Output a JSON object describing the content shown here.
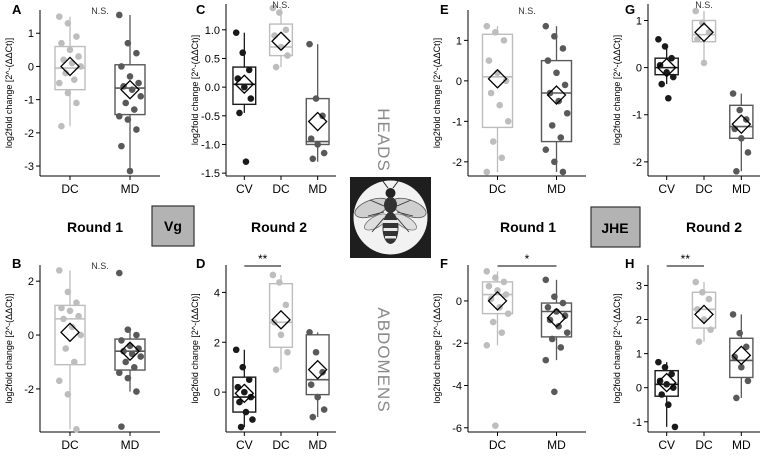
{
  "figure": {
    "heads_label": "HEADS",
    "abdomens_label": "ABDOMENS",
    "vg_badge": "Vg",
    "jhe_badge": "JHE",
    "round1_left": "Round 1",
    "round2_left": "Round 2",
    "round1_right": "Round 1",
    "round2_right": "Round 2",
    "icon": "bee-icon"
  },
  "colors": {
    "CV": "#1a1a1a",
    "DC": "#bdbdbd",
    "MD": "#595959",
    "badge_fill": "#b3b3b3",
    "mean_fill": "#ffffff"
  },
  "chart_data": [
    {
      "panel": "A",
      "type": "box",
      "gene": "Vg",
      "tissue": "heads",
      "round": "Round 1",
      "ylabel": "log2fold change [2^-(ΔΔCt)]",
      "ylim": [
        -3.3,
        1.7
      ],
      "yticks": [
        -3,
        -2,
        -1,
        0,
        1
      ],
      "annotation": "N.S.",
      "bracket": false,
      "categories": [
        "DC",
        "MD"
      ],
      "groups": [
        {
          "name": "DC",
          "q1": -0.7,
          "median": -0.05,
          "q3": 0.6,
          "whisker_low": -1.8,
          "whisker_high": 1.5,
          "mean": 0.0,
          "points": [
            1.5,
            1.3,
            0.9,
            0.7,
            0.5,
            0.3,
            0.2,
            0.1,
            0.0,
            -0.2,
            -0.4,
            -0.5,
            -0.8,
            -1.1,
            -1.8
          ]
        },
        {
          "name": "MD",
          "q1": -1.45,
          "median": -0.65,
          "q3": 0.05,
          "whisker_low": -3.15,
          "whisker_high": 1.55,
          "mean": -0.7,
          "points": [
            1.55,
            0.7,
            0.4,
            0.0,
            -0.3,
            -0.5,
            -0.6,
            -0.7,
            -0.9,
            -1.1,
            -1.3,
            -1.5,
            -1.6,
            -1.9,
            -2.4,
            -3.15
          ]
        }
      ]
    },
    {
      "panel": "B",
      "type": "box",
      "gene": "Vg",
      "tissue": "abdomens",
      "round": "Round 1",
      "ylabel": "log2fold change [2^-(ΔΔCt)]",
      "ylim": [
        -3.6,
        2.6
      ],
      "yticks": [
        -2,
        0,
        2
      ],
      "annotation": "N.S.",
      "bracket": false,
      "categories": [
        "DC",
        "MD"
      ],
      "groups": [
        {
          "name": "DC",
          "q1": -1.1,
          "median": 0.6,
          "q3": 1.1,
          "whisker_low": -3.5,
          "whisker_high": 2.4,
          "mean": 0.1,
          "points": [
            2.4,
            1.6,
            1.2,
            1.0,
            0.9,
            0.7,
            0.6,
            0.3,
            0.0,
            -0.5,
            -1.0,
            -1.7,
            -2.2,
            -3.5
          ]
        },
        {
          "name": "MD",
          "q1": -1.3,
          "median": -0.6,
          "q3": -0.15,
          "whisker_low": -2.1,
          "whisker_high": 0.2,
          "mean": -0.6,
          "points": [
            2.3,
            0.2,
            0.0,
            -0.2,
            -0.4,
            -0.5,
            -0.6,
            -0.7,
            -0.8,
            -1.0,
            -1.2,
            -1.4,
            -1.6,
            -2.1,
            -3.4
          ]
        }
      ]
    },
    {
      "panel": "C",
      "type": "box",
      "gene": "Vg",
      "tissue": "heads",
      "round": "Round 2",
      "ylabel": "log2fold change [2^-(ΔΔCt)]",
      "ylim": [
        -1.55,
        1.45
      ],
      "yticks": [
        -1.5,
        -1.0,
        -0.5,
        0.0,
        0.5,
        1.0
      ],
      "annotation": "N.S.",
      "bracket": false,
      "categories": [
        "CV",
        "DC",
        "MD"
      ],
      "groups": [
        {
          "name": "CV",
          "q1": -0.3,
          "median": 0.05,
          "q3": 0.35,
          "whisker_low": -0.45,
          "whisker_high": 0.95,
          "mean": 0.05,
          "points": [
            0.95,
            0.6,
            0.3,
            0.15,
            0.0,
            -0.2,
            -0.45,
            -1.3
          ]
        },
        {
          "name": "DC",
          "q1": 0.55,
          "median": 0.7,
          "q3": 1.1,
          "whisker_low": 0.35,
          "whisker_high": 1.38,
          "mean": 0.8,
          "points": [
            1.38,
            1.3,
            1.0,
            0.9,
            0.7,
            0.55,
            0.35
          ]
        },
        {
          "name": "MD",
          "q1": -1.0,
          "median": -0.95,
          "q3": -0.2,
          "whisker_low": -1.3,
          "whisker_high": 0.75,
          "mean": -0.6,
          "points": [
            0.75,
            -0.2,
            -0.5,
            -0.9,
            -1.0,
            -1.15,
            -1.25
          ]
        }
      ]
    },
    {
      "panel": "D",
      "type": "box",
      "gene": "Vg",
      "tissue": "abdomens",
      "round": "Round 2",
      "ylabel": "log2fold change [2^-(ΔΔCt)]",
      "ylim": [
        -1.6,
        5.1
      ],
      "yticks": [
        0,
        2,
        4
      ],
      "annotation": "**",
      "bracket": [
        0,
        1
      ],
      "categories": [
        "CV",
        "DC",
        "MD"
      ],
      "groups": [
        {
          "name": "CV",
          "q1": -0.8,
          "median": -0.2,
          "q3": 0.6,
          "whisker_low": -1.4,
          "whisker_high": 1.7,
          "mean": -0.05,
          "points": [
            1.7,
            1.0,
            0.5,
            0.2,
            0.0,
            -0.2,
            -0.4,
            -0.8,
            -1.1,
            -1.4
          ]
        },
        {
          "name": "DC",
          "q1": 1.8,
          "median": 2.8,
          "q3": 4.35,
          "whisker_low": 0.9,
          "whisker_high": 4.7,
          "mean": 2.9,
          "points": [
            4.7,
            4.4,
            3.5,
            2.8,
            2.3,
            1.6,
            0.9
          ]
        },
        {
          "name": "MD",
          "q1": -0.1,
          "median": 0.5,
          "q3": 2.3,
          "whisker_low": -1.0,
          "whisker_high": 2.4,
          "mean": 0.9,
          "points": [
            2.4,
            1.6,
            0.8,
            0.3,
            -0.2,
            -0.7,
            -1.0
          ]
        }
      ]
    },
    {
      "panel": "E",
      "type": "box",
      "gene": "JHE",
      "tissue": "heads",
      "round": "Round 1",
      "ylabel": "log2fold change [2^-(ΔΔCt)]",
      "ylim": [
        -2.35,
        1.75
      ],
      "yticks": [
        -2,
        -1,
        0,
        1
      ],
      "annotation": "N.S.",
      "bracket": false,
      "categories": [
        "DC",
        "MD"
      ],
      "groups": [
        {
          "name": "DC",
          "q1": -1.15,
          "median": 0.1,
          "q3": 1.15,
          "whisker_low": -2.25,
          "whisker_high": 1.35,
          "mean": 0.05,
          "points": [
            1.35,
            1.2,
            1.0,
            0.5,
            0.2,
            0.0,
            -0.3,
            -0.6,
            -1.0,
            -1.5,
            -1.9,
            -2.25
          ]
        },
        {
          "name": "MD",
          "q1": -1.5,
          "median": -0.3,
          "q3": 0.5,
          "whisker_low": -2.25,
          "whisker_high": 1.35,
          "mean": -0.35,
          "points": [
            1.35,
            1.1,
            0.8,
            0.5,
            0.2,
            -0.1,
            -0.3,
            -0.5,
            -0.8,
            -1.1,
            -1.4,
            -1.7,
            -2.0,
            -2.25
          ]
        }
      ]
    },
    {
      "panel": "F",
      "type": "box",
      "gene": "JHE",
      "tissue": "abdomens",
      "round": "Round 1",
      "ylabel": "log2fold change [2^-(ΔΔCt)]",
      "ylim": [
        -6.2,
        1.7
      ],
      "yticks": [
        -6,
        -4,
        -2,
        0
      ],
      "annotation": "*",
      "bracket": [
        0,
        1
      ],
      "categories": [
        "DC",
        "MD"
      ],
      "groups": [
        {
          "name": "DC",
          "q1": -0.6,
          "median": 0.3,
          "q3": 0.9,
          "whisker_low": -2.1,
          "whisker_high": 1.4,
          "mean": 0.0,
          "points": [
            1.4,
            1.1,
            0.9,
            0.7,
            0.5,
            0.3,
            0.1,
            -0.3,
            -0.6,
            -1.0,
            -1.5,
            -2.1,
            -5.9
          ]
        },
        {
          "name": "MD",
          "q1": -1.7,
          "median": -0.5,
          "q3": -0.1,
          "whisker_low": -2.8,
          "whisker_high": 1.0,
          "mean": -0.8,
          "points": [
            1.0,
            0.2,
            -0.1,
            -0.3,
            -0.5,
            -0.7,
            -0.9,
            -1.2,
            -1.5,
            -1.8,
            -2.2,
            -2.8,
            -4.3
          ]
        }
      ]
    },
    {
      "panel": "G",
      "type": "box",
      "gene": "JHE",
      "tissue": "heads",
      "round": "Round 2",
      "ylabel": "log2fold change [2^-(ΔΔCt)]",
      "ylim": [
        -2.3,
        1.35
      ],
      "yticks": [
        -2,
        -1,
        0,
        1
      ],
      "annotation": "N.S.",
      "bracket": false,
      "categories": [
        "CV",
        "DC",
        "MD"
      ],
      "groups": [
        {
          "name": "CV",
          "q1": -0.15,
          "median": 0.0,
          "q3": 0.2,
          "whisker_low": -0.35,
          "whisker_high": 0.45,
          "mean": 0.0,
          "points": [
            0.6,
            0.45,
            0.2,
            0.05,
            -0.1,
            -0.2,
            -0.35,
            -0.65
          ]
        },
        {
          "name": "DC",
          "q1": 0.55,
          "median": 0.7,
          "q3": 1.0,
          "whisker_low": 0.1,
          "whisker_high": 1.2,
          "mean": 0.75,
          "points": [
            1.2,
            0.95,
            0.75,
            0.6,
            0.1
          ]
        },
        {
          "name": "MD",
          "q1": -1.5,
          "median": -1.25,
          "q3": -0.8,
          "whisker_low": -2.2,
          "whisker_high": -0.55,
          "mean": -1.2,
          "points": [
            -0.55,
            -0.9,
            -1.1,
            -1.3,
            -1.5,
            -1.8,
            -2.2
          ]
        }
      ]
    },
    {
      "panel": "H",
      "type": "box",
      "gene": "JHE",
      "tissue": "abdomens",
      "round": "Round 2",
      "ylabel": "log2fold change [2^-(ΔΔCt)]",
      "ylim": [
        -1.3,
        3.6
      ],
      "yticks": [
        -1,
        0,
        1,
        2,
        3
      ],
      "annotation": "**",
      "bracket": [
        0,
        1
      ],
      "categories": [
        "CV",
        "DC",
        "MD"
      ],
      "groups": [
        {
          "name": "CV",
          "q1": -0.25,
          "median": 0.1,
          "q3": 0.5,
          "whisker_low": -1.15,
          "whisker_high": 0.75,
          "mean": 0.15,
          "points": [
            0.75,
            0.6,
            0.4,
            0.2,
            0.1,
            0.0,
            -0.2,
            -0.5,
            -1.15
          ]
        },
        {
          "name": "DC",
          "q1": 1.75,
          "median": 2.3,
          "q3": 2.8,
          "whisker_low": 1.35,
          "whisker_high": 3.1,
          "mean": 2.15,
          "points": [
            3.1,
            2.8,
            2.6,
            2.3,
            2.0,
            1.7,
            1.35
          ]
        },
        {
          "name": "MD",
          "q1": 0.3,
          "median": 0.8,
          "q3": 1.45,
          "whisker_low": -0.3,
          "whisker_high": 2.15,
          "mean": 0.95,
          "points": [
            2.15,
            1.6,
            1.2,
            0.9,
            0.6,
            0.2,
            -0.3
          ]
        }
      ]
    }
  ]
}
